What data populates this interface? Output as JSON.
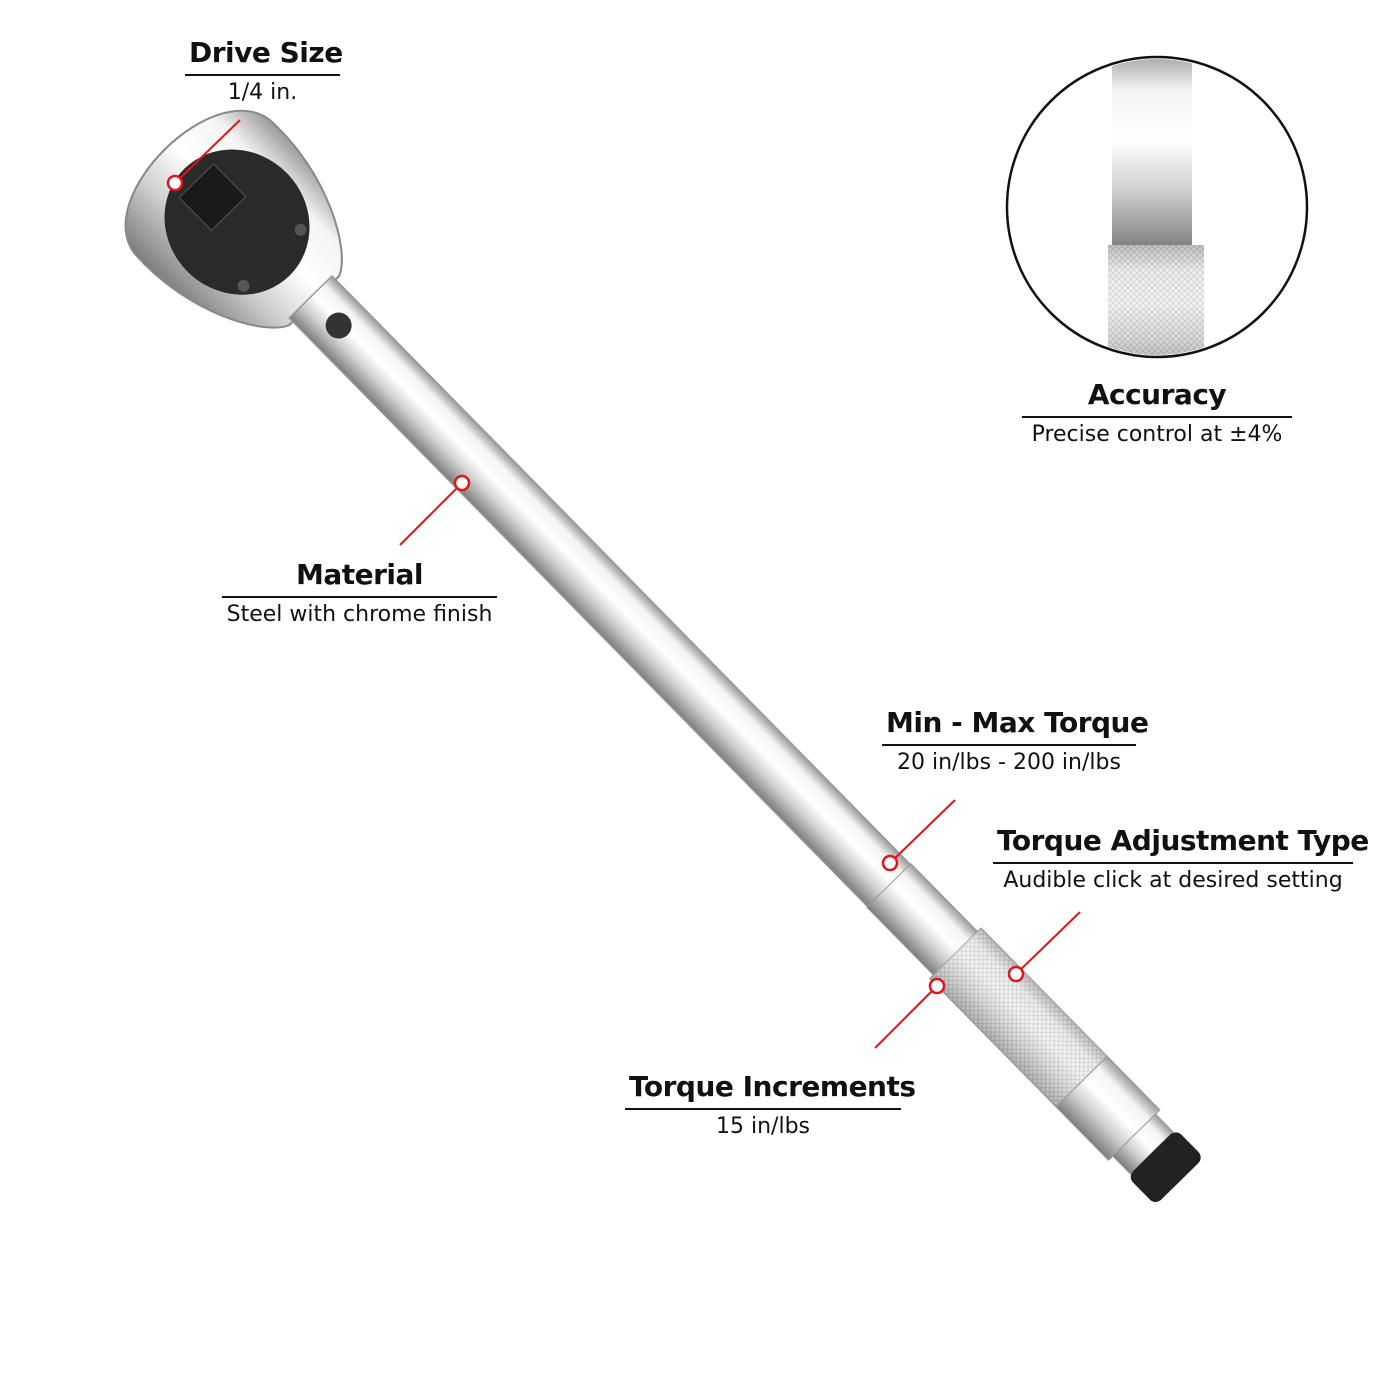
{
  "accent_color": "#e0141b",
  "callouts": {
    "drive_size": {
      "title": "Drive Size",
      "value": "1/4 in."
    },
    "accuracy": {
      "title": "Accuracy",
      "value": "Precise control at ±4%"
    },
    "material": {
      "title": "Material",
      "value": "Steel with chrome finish"
    },
    "min_max_torque": {
      "title": "Min - Max Torque",
      "value": "20 in/lbs - 200 in/lbs"
    },
    "adjustment_type": {
      "title": "Torque Adjustment Type",
      "value": "Audible click at desired setting"
    },
    "increments": {
      "title": "Torque Increments",
      "value": "15 in/lbs"
    }
  }
}
